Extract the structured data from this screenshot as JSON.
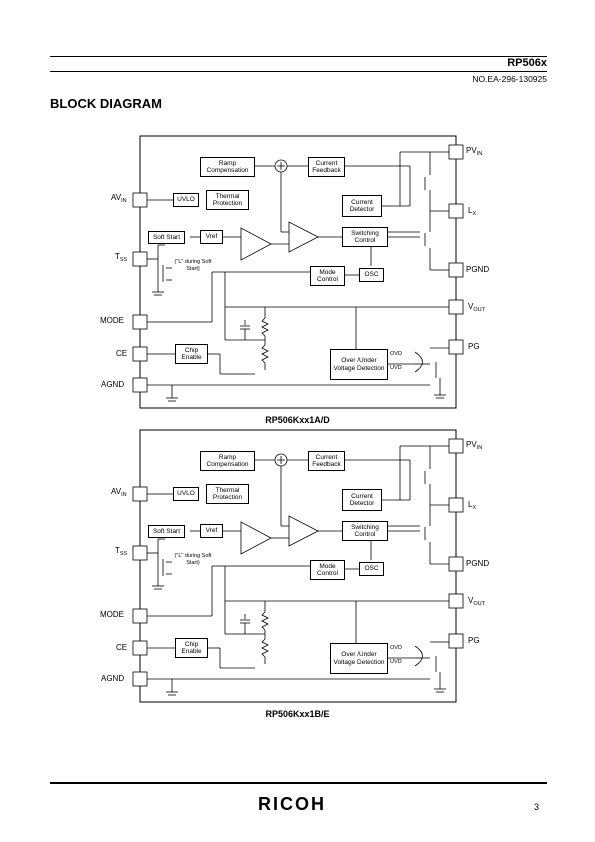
{
  "header": {
    "part_number": "RP506x",
    "doc_number": "NO.EA-296-130925"
  },
  "section_title": "BLOCK DIAGRAM",
  "diagrams": [
    {
      "caption": "RP506Kxx1A/D",
      "pins": {
        "avin": "AV",
        "avin_sub": "IN",
        "tss": "T",
        "tss_sub": "SS",
        "mode": "MODE",
        "ce": "CE",
        "agnd": "AGND",
        "pvin": "PV",
        "pvin_sub": "IN",
        "lx": "L",
        "lx_sub": "X",
        "pgnd": "PGND",
        "vout": "V",
        "vout_sub": "OUT",
        "pg": "PG"
      },
      "blocks": {
        "ramp": "Ramp Compensation",
        "current_feedback": "Current Feedback",
        "uvlo": "UVLO",
        "thermal": "Thermal Protection",
        "current_detector": "Current Detector",
        "soft_start": "Soft Start",
        "vref": "Vref",
        "switching_control": "Switching Control",
        "mode_control": "Mode Control",
        "osc": "OSC",
        "chip_enable": "Chip Enable",
        "ovuv": "Over /Under Voltage Detection"
      },
      "notes": {
        "soft_start_note": "(\"L\" during Soft Start)",
        "ovd": "OVD",
        "uvd": "UVD"
      }
    },
    {
      "caption": "RP506Kxx1B/E",
      "pins": {
        "avin": "AV",
        "avin_sub": "IN",
        "tss": "T",
        "tss_sub": "SS",
        "mode": "MODE",
        "ce": "CE",
        "agnd": "AGND",
        "pvin": "PV",
        "pvin_sub": "IN",
        "lx": "L",
        "lx_sub": "X",
        "pgnd": "PGND",
        "vout": "V",
        "vout_sub": "OUT",
        "pg": "PG"
      },
      "blocks": {
        "ramp": "Ramp Compensation",
        "current_feedback": "Current Feedback",
        "uvlo": "UVLO",
        "thermal": "Thermal Protection",
        "current_detector": "Current Detector",
        "soft_start": "Soft Start",
        "vref": "Vref",
        "switching_control": "Switching Control",
        "mode_control": "Mode Control",
        "osc": "OSC",
        "chip_enable": "Chip Enable",
        "ovuv": "Over /Under Voltage Detection"
      },
      "notes": {
        "soft_start_note": "(\"L\" during Soft Start)",
        "ovd": "OVD",
        "uvd": "UVD"
      }
    }
  ],
  "footer": {
    "logo": "RICOH",
    "page_number": "3"
  }
}
